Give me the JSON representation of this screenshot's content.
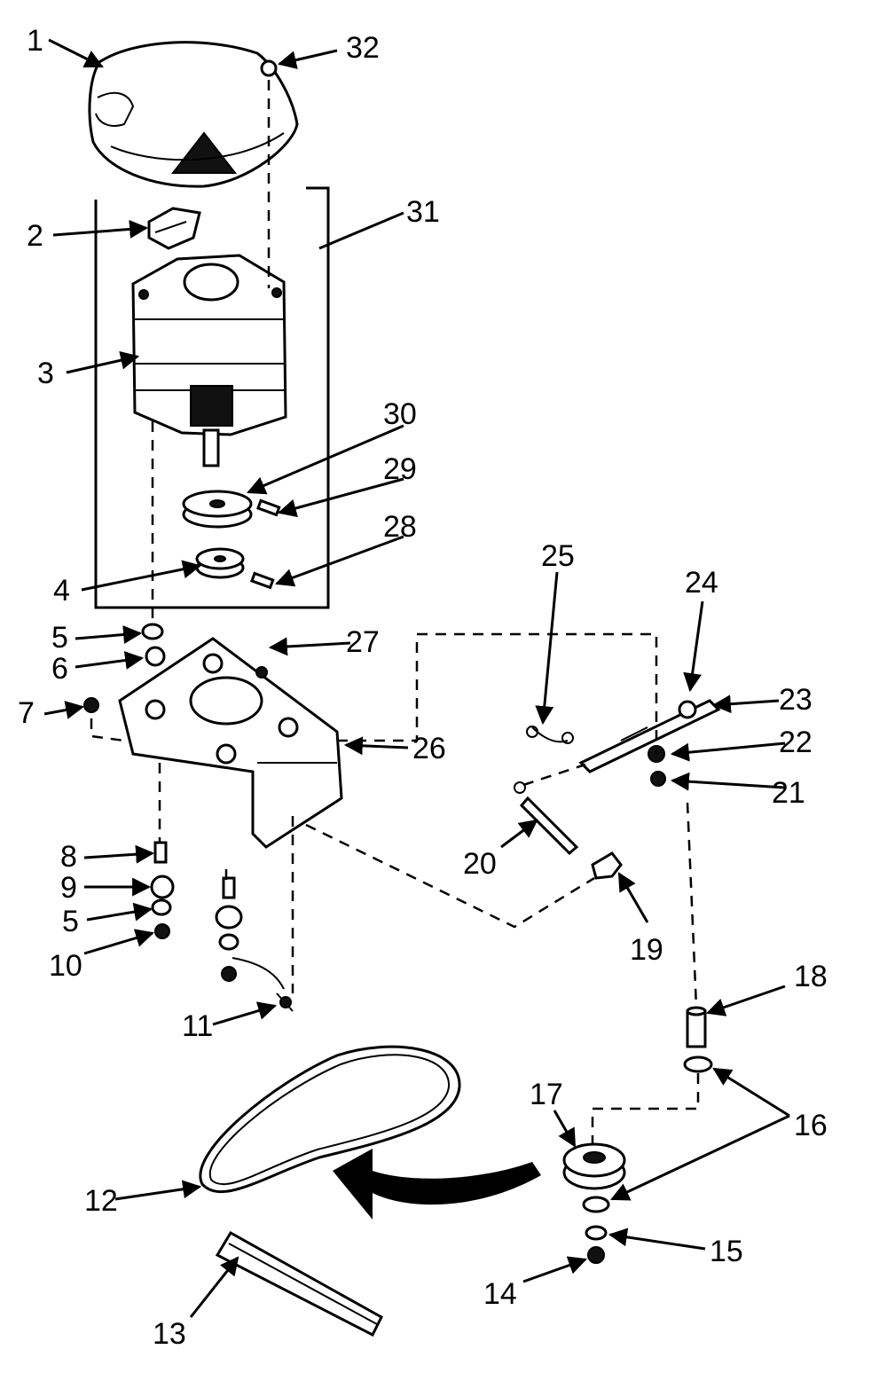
{
  "diagram": {
    "callouts": [
      "1",
      "2",
      "3",
      "4",
      "5",
      "6",
      "7",
      "8",
      "9",
      "10",
      "11",
      "12",
      "13",
      "14",
      "15",
      "16",
      "17",
      "18",
      "19",
      "20",
      "21",
      "22",
      "23",
      "24",
      "25",
      "26",
      "27",
      "28",
      "29",
      "30",
      "31",
      "32"
    ],
    "second_five": "5"
  }
}
